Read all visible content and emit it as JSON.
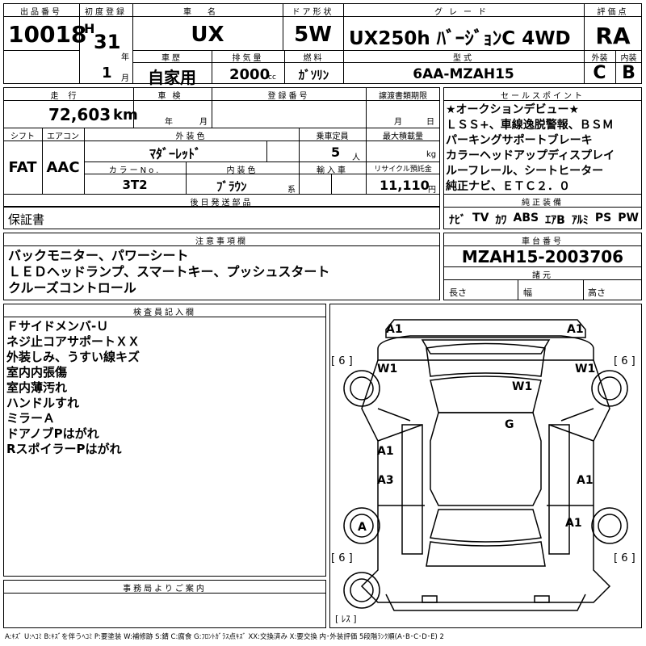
{
  "header": {
    "lot_label": "出品番号",
    "lot_no": "10018",
    "first_reg_label": "初度登録",
    "era": "H",
    "year": "31",
    "year_unit": "年",
    "month": "1",
    "month_unit": "月",
    "name_label": "車名",
    "car_name": "UX",
    "door_label": "ドア形状",
    "door": "5W",
    "grade_label": "グレード",
    "grade": "UX250h ﾊﾞｰｼﾞｮﾝC 4WD",
    "score_label": "評価点",
    "score": "RA",
    "history_label": "車歴",
    "history": "自家用",
    "displacement_label": "排気量",
    "displacement": "2000",
    "displacement_unit": "cc",
    "fuel_label": "燃料",
    "fuel": "ｶﾞｿﾘﾝ",
    "model_label": "型式",
    "model": "6AA-MZAH15",
    "exterior_label": "外装",
    "exterior": "C",
    "interior_label": "内装",
    "interior": "B"
  },
  "row2": {
    "mileage_label": "走行",
    "mileage": "72,603",
    "mileage_unit": "km",
    "inspection_label": "車検",
    "insp_year_unit": "年",
    "insp_month_unit": "月",
    "reg_no_label": "登録番号",
    "transfer_label": "譲渡書類期限",
    "transfer_month_unit": "月",
    "transfer_day_unit": "日",
    "shift_label": "シフト",
    "shift": "FAT",
    "ac_label": "エアコン",
    "ac": "AAC",
    "color_label": "外装色",
    "color": "ﾏﾀﾞｰﾚｯﾄﾞ",
    "capacity_label": "乗車定員",
    "capacity": "5",
    "capacity_unit": "人",
    "load_label": "最大積載量",
    "load_unit": "kg",
    "color_no_label": "カラーNo.",
    "color_no": "3T2",
    "int_color_label": "内装色",
    "int_color": "ﾌﾞﾗｳﾝ",
    "int_color_suffix": "系",
    "import_label": "輸入車",
    "recycle_label": "リサイクル預託金",
    "recycle": "11,110",
    "recycle_unit": "円"
  },
  "sales_point": {
    "label": "セールスポイント",
    "lines": [
      "★オークションデビュー★",
      "ＬＳＳ+、車線逸脱警報、ＢＳＭ",
      "パーキングサポートブレーキ",
      "カラーヘッドアップディスプレイ",
      "ルーフレール、シートヒーター",
      "純正ナビ、ＥＴＣ２．０"
    ]
  },
  "later_parts": {
    "label": "後日発送部品",
    "value": "保証書"
  },
  "equipment": {
    "label": "純正装備",
    "items": [
      "ﾅﾋﾞ",
      "TV",
      "ｶﾜ",
      "ABS",
      "ｴｱB",
      "ｱﾙﾐ",
      "PS",
      "PW"
    ]
  },
  "notes": {
    "label": "注意事項欄",
    "lines": [
      "バックモニター、パワーシート",
      "ＬＥＤヘッドランプ、スマートキー、プッシュスタート",
      "クルーズコントロール"
    ]
  },
  "chassis": {
    "label": "車台番号",
    "value": "MZAH15-2003706"
  },
  "specs": {
    "label": "諸元",
    "length_label": "長さ",
    "width_label": "幅",
    "height_label": "高さ"
  },
  "inspector": {
    "label": "検査員記入欄",
    "lines": [
      "Ｆサイドメンバ-Ｕ",
      "ネジ止コアサポートＸＸ",
      "外装しみ、うすい線キズ",
      "室内内張傷",
      "室内薄汚れ",
      "ハンドルすれ",
      "ミラーＡ",
      "ドアノブPはがれ",
      "RスポイラーPはがれ"
    ]
  },
  "diagram": {
    "marks": {
      "fl_bumper": "A1",
      "fr_bumper": "A1",
      "fl_fender": "W1",
      "fr_fender": "W1",
      "hood": "W1",
      "roof": "G",
      "fl_door": "A1",
      "rl_door": "A3",
      "rr_door": "A1",
      "rl_wheel": "A",
      "rr_quarter": "A1"
    },
    "tire_labels": [
      "6",
      "6",
      "6",
      "6"
    ],
    "spare_label": "ﾚｽ"
  },
  "office": {
    "label": "事務局よりご案内"
  },
  "legend": "A:ｷｽﾞ U:ﾍｺﾐ B:ｷｽﾞを伴うﾍｺﾐ P:要塗装 W:補修跡 S:錆 C:腐食 G:ﾌﾛﾝﾄｶﾞﾗｽ点ｷｽﾞ XX:交換済み X:要交換 内･外装評価 5段階ﾗﾝｸ順(A･B･C･D･E) 2"
}
